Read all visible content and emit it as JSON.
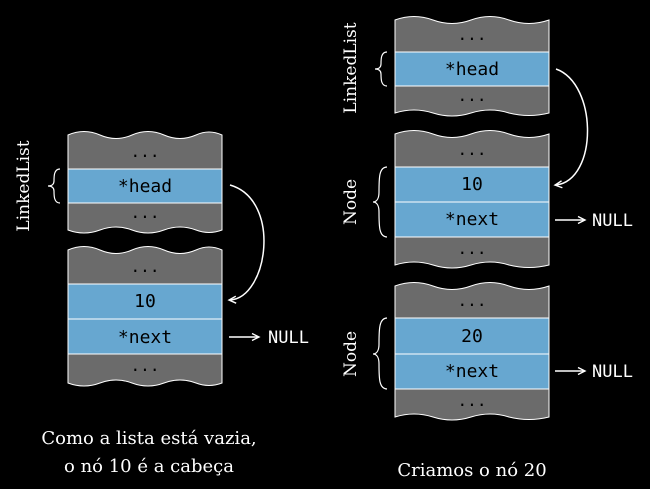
{
  "colors": {
    "background": "#000000",
    "gray_cell": "#6b6b6b",
    "blue_cell": "#67a7d0",
    "stroke": "#ffffff",
    "text": "#ffffff",
    "cell_text": "#000000"
  },
  "left": {
    "linkedlist_label": "LinkedList",
    "ll_top_dots": "...",
    "head": "*head",
    "ll_bottom_dots": "...",
    "node_top_dots": "...",
    "value": "10",
    "next": "*next",
    "node_bottom_dots": "...",
    "null_label": "NULL",
    "caption_line1": "Como a lista está vazia,",
    "caption_line2": "o nó 10 é a cabeça"
  },
  "right": {
    "linkedlist_label": "LinkedList",
    "ll_top_dots": "...",
    "head": "*head",
    "ll_bottom_dots": "...",
    "node1_label": "Node",
    "node1_top_dots": "...",
    "node1_value": "10",
    "node1_next": "*next",
    "node1_bottom_dots": "...",
    "node1_null": "NULL",
    "node2_label": "Node",
    "node2_top_dots": "...",
    "node2_value": "20",
    "node2_next": "*next",
    "node2_bottom_dots": "...",
    "node2_null": "NULL",
    "caption": "Criamos o nó 20"
  }
}
